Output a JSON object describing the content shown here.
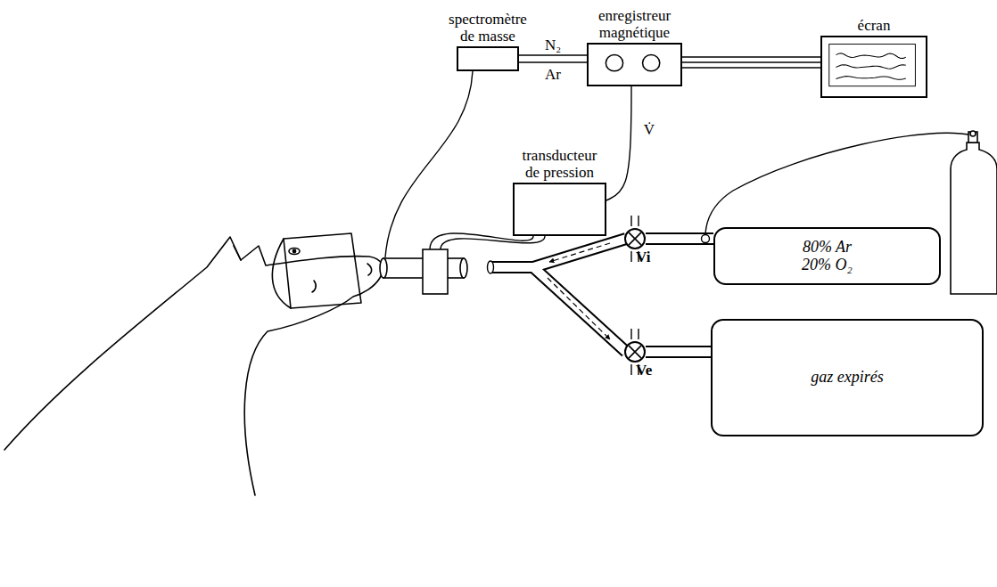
{
  "diagram": {
    "nodes": [
      {
        "text": [
          "spectromètre de masse"
        ]
      },
      {
        "text": [
          "enregistreur magnétique"
        ]
      },
      {
        "text": [
          "écran"
        ]
      },
      {
        "text": [
          "transducteur de pression"
        ]
      },
      {
        "text": [
          "Vi"
        ]
      },
      {
        "text": [
          "80% Ar 20% O₂"
        ]
      },
      {
        "text": [
          "Ve"
        ]
      },
      {
        "text": [
          "gaz expirés"
        ]
      }
    ],
    "edges": [
      {
        "from": 0,
        "to": 1,
        "label": "N₂",
        "arrow": "none"
      },
      {
        "from": 0,
        "to": 1,
        "label": "Ar",
        "arrow": "none"
      },
      {
        "from": 3,
        "to": 1,
        "label": "V̇",
        "arrow": "none"
      },
      {
        "from": 1,
        "to": 2,
        "arrow": "none"
      },
      {
        "from": 1,
        "to": 2,
        "arrow": "none"
      },
      {
        "from": 1,
        "to": 2,
        "arrow": "none"
      },
      {
        "from": 4,
        "to": 5,
        "arrow": "none"
      },
      {
        "from": 6,
        "to": 7,
        "arrow": "none"
      }
    ]
  }
}
